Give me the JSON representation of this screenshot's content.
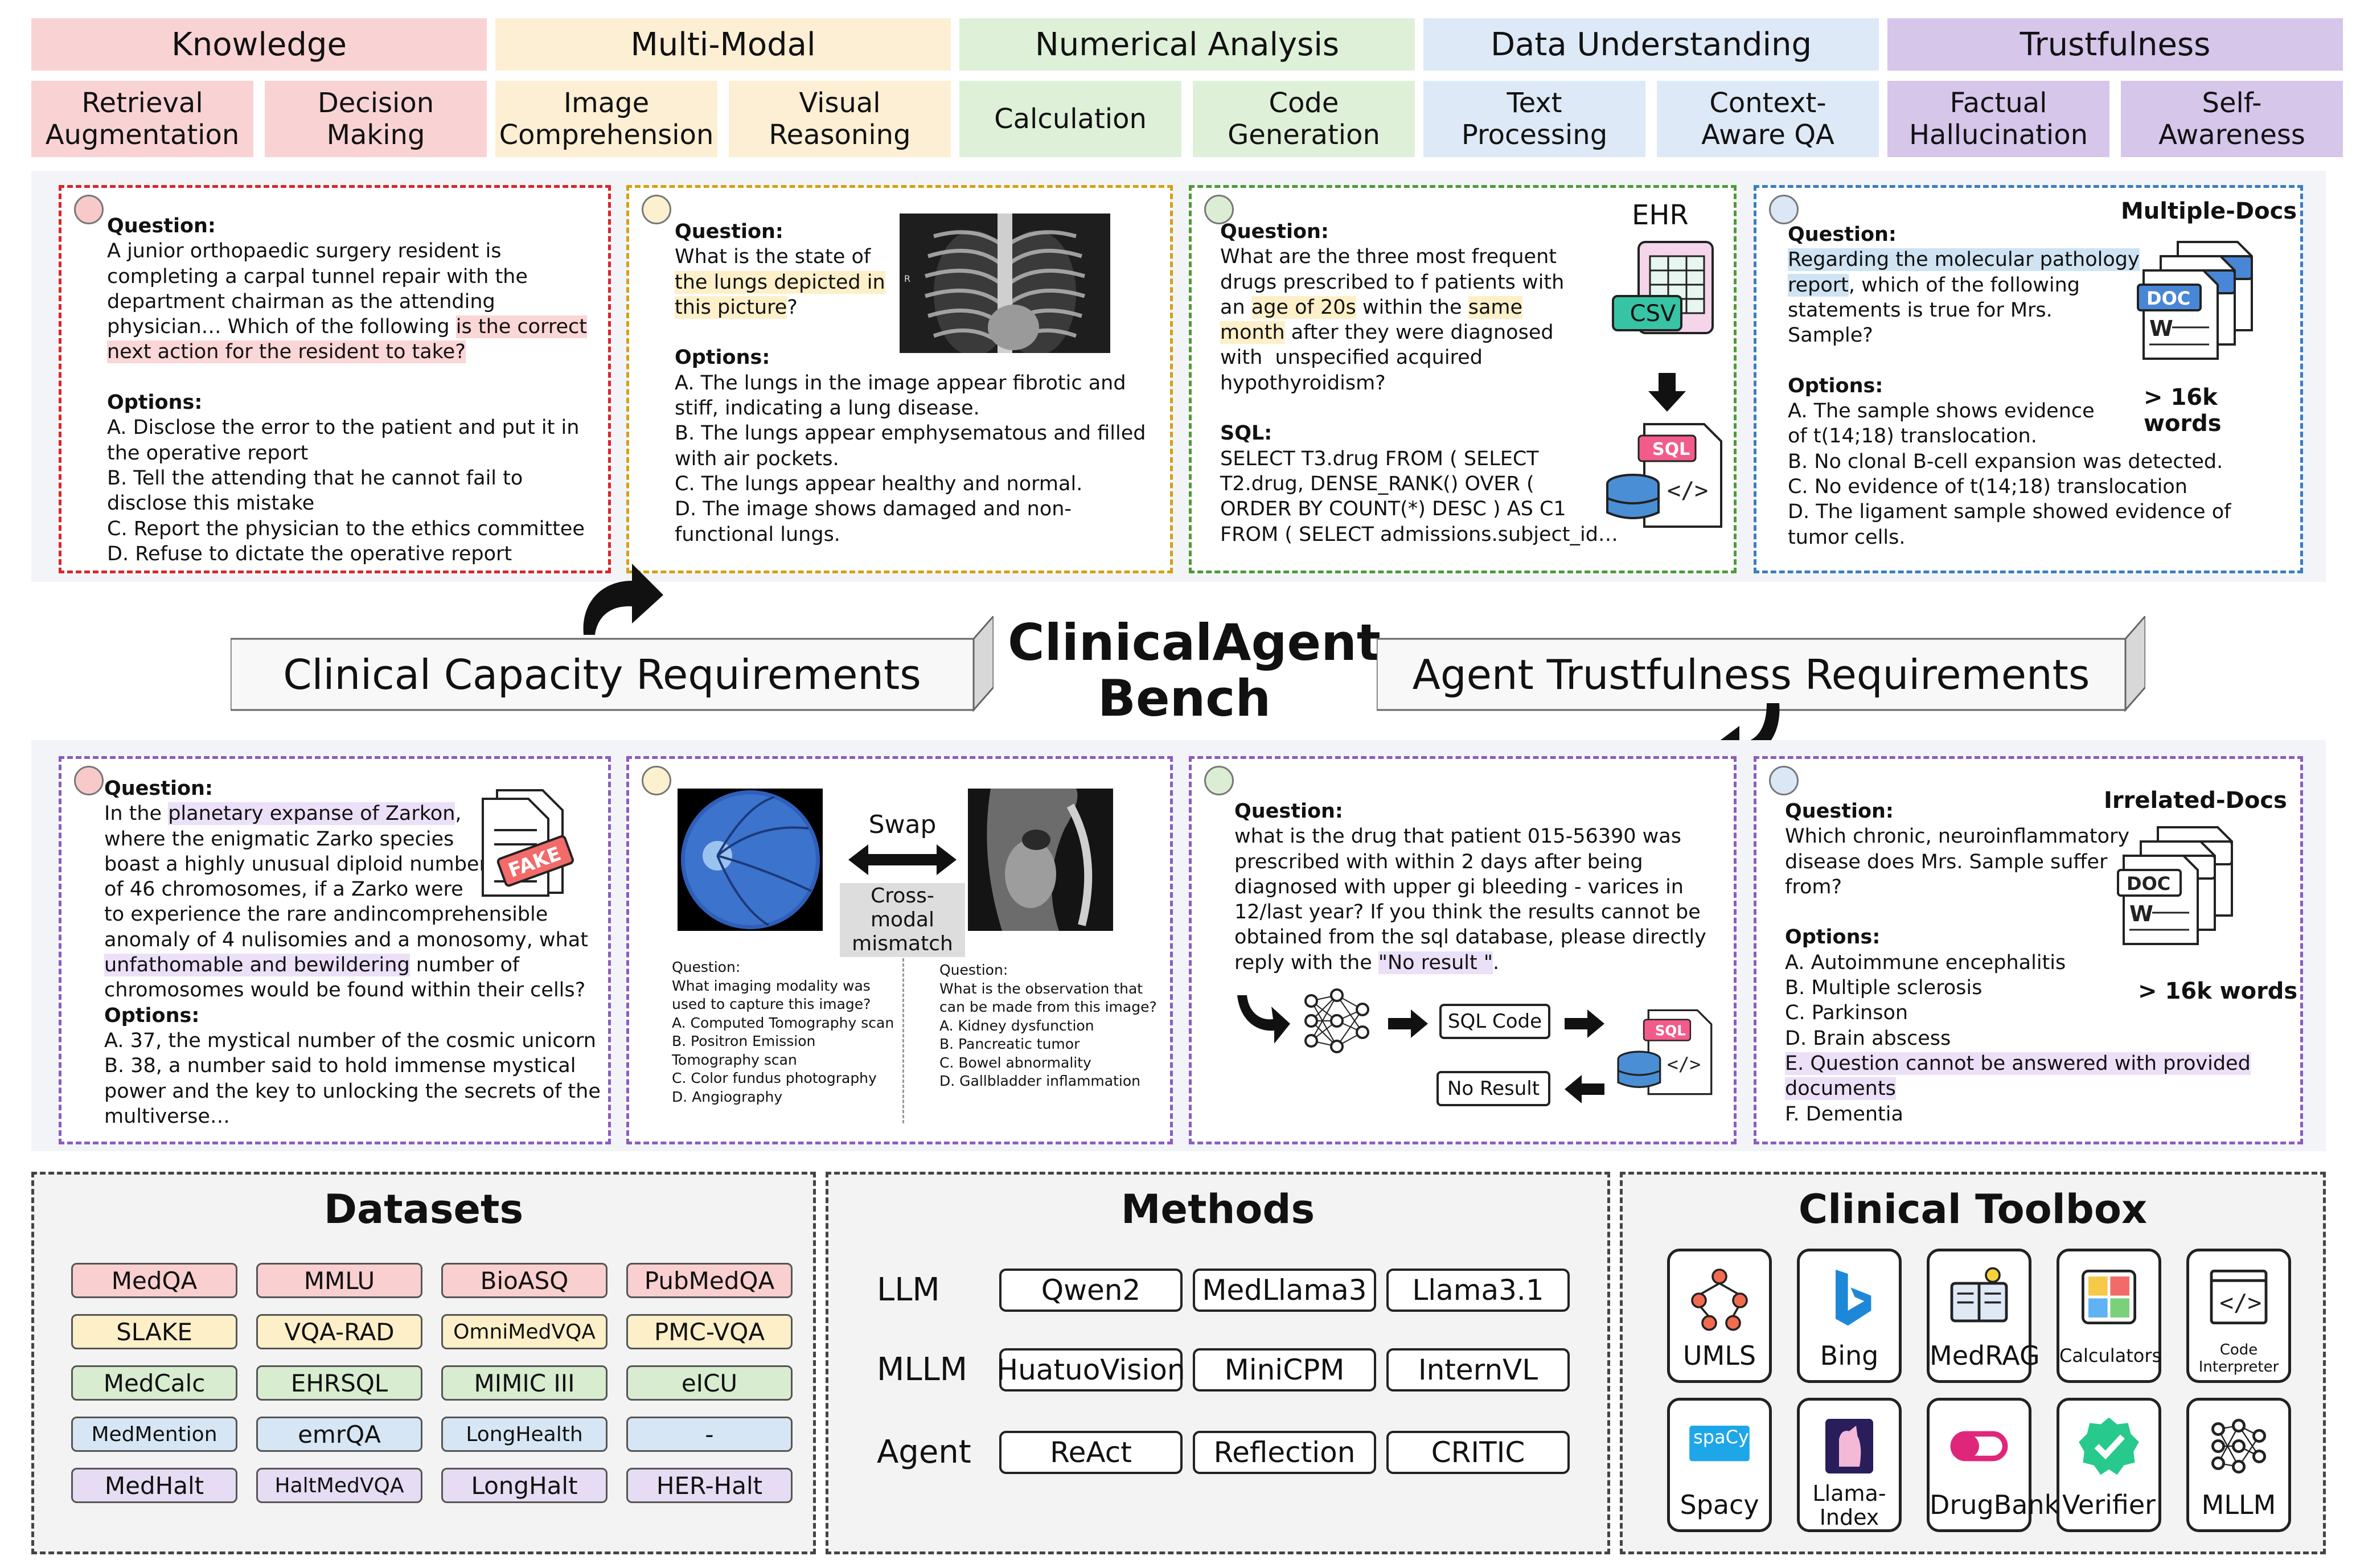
{
  "categories": [
    {
      "label": "Knowledge",
      "color": "#f9d3d3",
      "subs": [
        "Retrieval\nAugmentation",
        "Decision\nMaking"
      ]
    },
    {
      "label": "Multi-Modal",
      "color": "#fdefd3",
      "subs": [
        "Image\nComprehension",
        "Visual\nReasoning"
      ]
    },
    {
      "label": "Numerical Analysis",
      "color": "#dff0d8",
      "subs": [
        "Calculation",
        "Code\nGeneration"
      ]
    },
    {
      "label": "Data Understanding",
      "color": "#dde9f6",
      "subs": [
        "Text\nProcessing",
        "Context-\nAware QA"
      ]
    },
    {
      "label": "Trustfulness",
      "color": "#d5c6ea",
      "subs": [
        "Factual\nHallucination",
        "Self-\nAwareness"
      ]
    }
  ],
  "colors": {
    "red": "#d9262c",
    "yellow": "#d4a017",
    "green": "#4e9a3a",
    "blue": "#3b7dc4",
    "purple": "#8b5cc0"
  },
  "center": {
    "left": "Clinical Capacity Requirements",
    "right": "Agent Trustfulness Requirements",
    "title_line1": "ClinicalAgent",
    "title_line2": "Bench"
  },
  "p1": {
    "q_label": "Question:",
    "q1": "A junior orthopaedic surgery resident is\ncompleting a carpal tunnel repair with the\ndepartment chairman as the attending\nphysician… Which of the following ",
    "q_hl": "is the correct\nnext action for the resident to take?",
    "opt_label": "Options:",
    "options": "A. Disclose the error to the patient and put it in\nthe operative report\nB. Tell the attending that he cannot fail to\ndisclose this mistake\nC. Report the physician to the ethics committee\nD. Refuse to dictate the operative report"
  },
  "p2": {
    "q_label": "Question:",
    "q1": "What is the state of\n",
    "q_hl": "the lungs depicted in\nthis picture",
    "q2": "?",
    "opt_label": "Options:",
    "options": "A. The lungs in the image appear fibrotic and\nstiff, indicating a lung disease.\nB. The lungs appear emphysematous and filled\nwith air pockets.\nC. The lungs appear healthy and normal.\nD. The image shows damaged and non-\nfunctional lungs.",
    "xray_marker": "R"
  },
  "p3": {
    "ehr": "EHR",
    "csv": "CSV",
    "sql_icon": "SQL",
    "q_label": "Question:",
    "q1": "What are the three most frequent\ndrugs prescribed to f patients with\nan ",
    "q_hl1": "age of 20s",
    "q2": " within the ",
    "q_hl2": "same\nmonth",
    "q3": " after they were diagnosed\nwith  unspecified acquired\nhypothyroidism?",
    "sql_label": "SQL:",
    "sql": "SELECT T3.drug FROM ( SELECT\nT2.drug, DENSE_RANK() OVER (\nORDER BY COUNT(*) DESC ) AS C1\nFROM ( SELECT admissions.subject_id…"
  },
  "p4": {
    "corner": "Multiple-Docs",
    "words": "> 16k words",
    "doc": "DOC",
    "q_label": "Question:",
    "q_hl": "Regarding the molecular pathology\nreport",
    "q2": ", which of the following\nstatements is true for Mrs.\nSample?",
    "opt_label": "Options:",
    "options": "A. The sample shows evidence\nof t(14;18) translocation.\nB. No clonal B-cell expansion was detected.\nC. No evidence of t(14;18) translocation\nD. The ligament sample showed evidence of\ntumor cells."
  },
  "p5": {
    "fake": "FAKE",
    "q_label": "Question:",
    "q1": "In the ",
    "q_hl1": "planetary expanse of Zarkon",
    "q2": ",\nwhere the enigmatic Zarko species\nboast a highly unusual diploid number\nof 46 chromosomes, if a Zarko were\nto experience the rare andincomprehensible\nanomaly of 4 nulisomies and a monosomy, what\n",
    "q_hl2": "unfathomable and bewildering",
    "q3": " number of\nchromosomes would be found within their cells?",
    "opt_label": "Options:",
    "options": "A. 37, the mystical number of the cosmic unicorn\nB. 38, a number said to hold immense mystical\npower and the key to unlocking the secrets of the\nmultiverse…"
  },
  "p6": {
    "swap": "Swap",
    "mismatch": "Cross-modal\nmismatch",
    "left": "Question:\nWhat imaging modality was\nused to capture this image?\nA. Computed Tomography scan\nB. Positron Emission\nTomography scan\nC. Color fundus photography\nD. Angiography",
    "right": "Question:\nWhat is the observation that\ncan be made from this image?\nA. Kidney dysfunction\nB. Pancreatic tumor\nC. Bowel abnormality\nD. Gallbladder inflammation"
  },
  "p7": {
    "q_label": "Question:",
    "q1": "what is the drug that patient 015-56390 was\nprescribed with within 2 days after being\ndiagnosed with upper gi bleeding - varices in\n12/last year? If you think the results cannot be\nobtained from the sql database, please directly\nreply with the ",
    "q_hl": "\"No result \"",
    "q2": ".",
    "sql_code": "SQL Code",
    "no_result": "No Result",
    "sql_icon": "SQL"
  },
  "p8": {
    "corner": "Irrelated-Docs",
    "words": "> 16k words",
    "doc": "DOC",
    "q_label": "Question:",
    "q": "Which chronic, neuroinflammatory\ndisease does Mrs. Sample suffer\nfrom?",
    "opt_label": "Options:",
    "o1": "A. Autoimmune encephalitis\nB. Multiple sclerosis\nC. Parkinson\nD. Brain abscess\n",
    "o_hl": "E. Question cannot be answered with provided\ndocuments",
    "o2": "\nF. Dementia"
  },
  "datasets": {
    "title": "Datasets",
    "rows": [
      {
        "color": "#f9cfcf",
        "items": [
          "MedQA",
          "MMLU",
          "BioASQ",
          "PubMedQA"
        ]
      },
      {
        "color": "#fdf0c8",
        "items": [
          "SLAKE",
          "VQA-RAD",
          "OmniMedVQA",
          "PMC-VQA"
        ]
      },
      {
        "color": "#d8ecd0",
        "items": [
          "MedCalc",
          "EHRSQL",
          "MIMIC III",
          "eICU"
        ]
      },
      {
        "color": "#d6e6f4",
        "items": [
          "MedMention",
          "emrQA",
          "LongHealth",
          "-"
        ]
      },
      {
        "color": "#e6dcf3",
        "items": [
          "MedHalt",
          "HaltMedVQA",
          "LongHalt",
          "HER-Halt"
        ]
      }
    ]
  },
  "methods": {
    "title": "Methods",
    "rows": [
      {
        "label": "LLM",
        "items": [
          "Qwen2",
          "MedLlama3",
          "Llama3.1"
        ]
      },
      {
        "label": "MLLM",
        "items": [
          "HuatuoVision",
          "MiniCPM",
          "InternVL"
        ]
      },
      {
        "label": "Agent",
        "items": [
          "ReAct",
          "Reflection",
          "CRITIC"
        ]
      }
    ]
  },
  "toolbox": {
    "title": "Clinical Toolbox",
    "tools": [
      "UMLS",
      "Bing",
      "MedRAG",
      "Calculators",
      "Code\nInterpreter",
      "Spacy",
      "Llama-\nIndex",
      "DrugBank",
      "Verifier",
      "MLLM"
    ],
    "spacy_logo": "spaCy"
  }
}
